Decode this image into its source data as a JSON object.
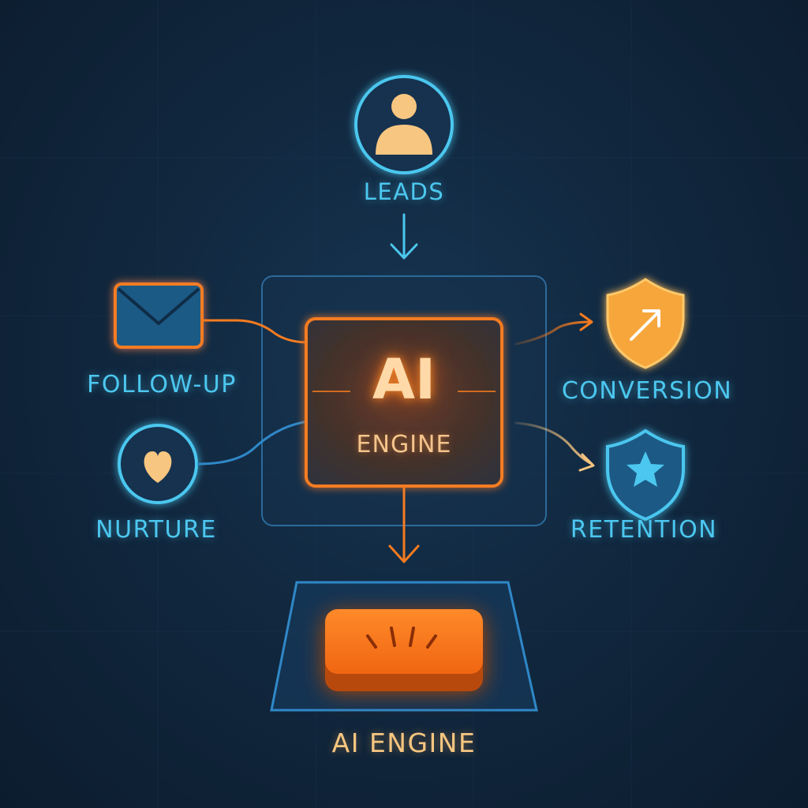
{
  "nodes": {
    "leads": {
      "label": "LEADS",
      "icon": "user-icon"
    },
    "followup": {
      "label": "FOLLOW-UP",
      "icon": "envelope-icon"
    },
    "nurture": {
      "label": "NURTURE",
      "icon": "heart-icon"
    },
    "conversion": {
      "label": "CONVERSION",
      "icon": "shield-arrow-icon"
    },
    "retention": {
      "label": "RETENTION",
      "icon": "shield-star-icon"
    }
  },
  "engine": {
    "title": "AI",
    "subtitle": "ENGINE"
  },
  "bottom": {
    "label": "AI ENGINE",
    "icon": "glowing-button-icon"
  },
  "colors": {
    "background": "#11283f",
    "accent_blue": "#4cc7ef",
    "accent_orange": "#f47b20",
    "text_gold": "#f7c680"
  }
}
